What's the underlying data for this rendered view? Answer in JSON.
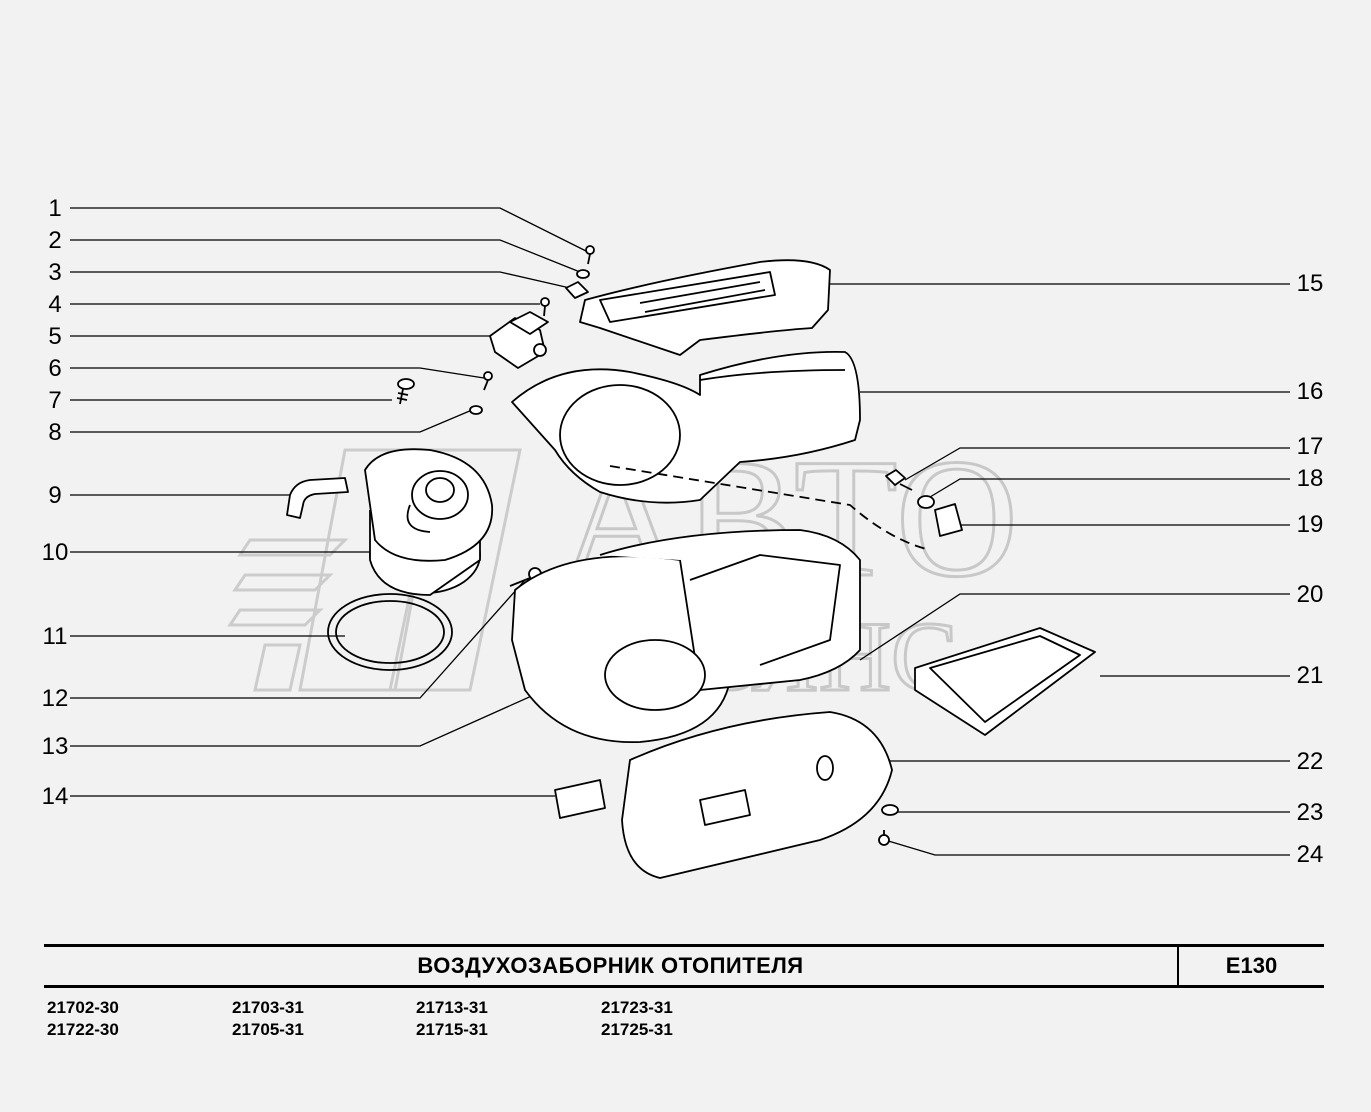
{
  "watermark": {
    "line1": "АВТО",
    "line2": "АЛЬЯНС"
  },
  "callouts": {
    "left": [
      "1",
      "2",
      "3",
      "4",
      "5",
      "6",
      "7",
      "8",
      "9",
      "10",
      "11",
      "12",
      "13",
      "14"
    ],
    "right": [
      "15",
      "16",
      "17",
      "18",
      "19",
      "20",
      "21",
      "22",
      "23",
      "24"
    ]
  },
  "title_block": {
    "title": "ВОЗДУХОЗАБОРНИК  ОТОПИТЕЛЯ",
    "code": "E130"
  },
  "models": [
    [
      "21702-30",
      "21722-30"
    ],
    [
      "21703-31",
      "21705-31"
    ],
    [
      "21713-31",
      "21715-31"
    ],
    [
      "21723-31",
      "21725-31"
    ]
  ],
  "colors": {
    "line": "#000000",
    "background": "#f2f2f2",
    "part_fill": "#ffffff",
    "watermark": "#cfcfcf"
  }
}
